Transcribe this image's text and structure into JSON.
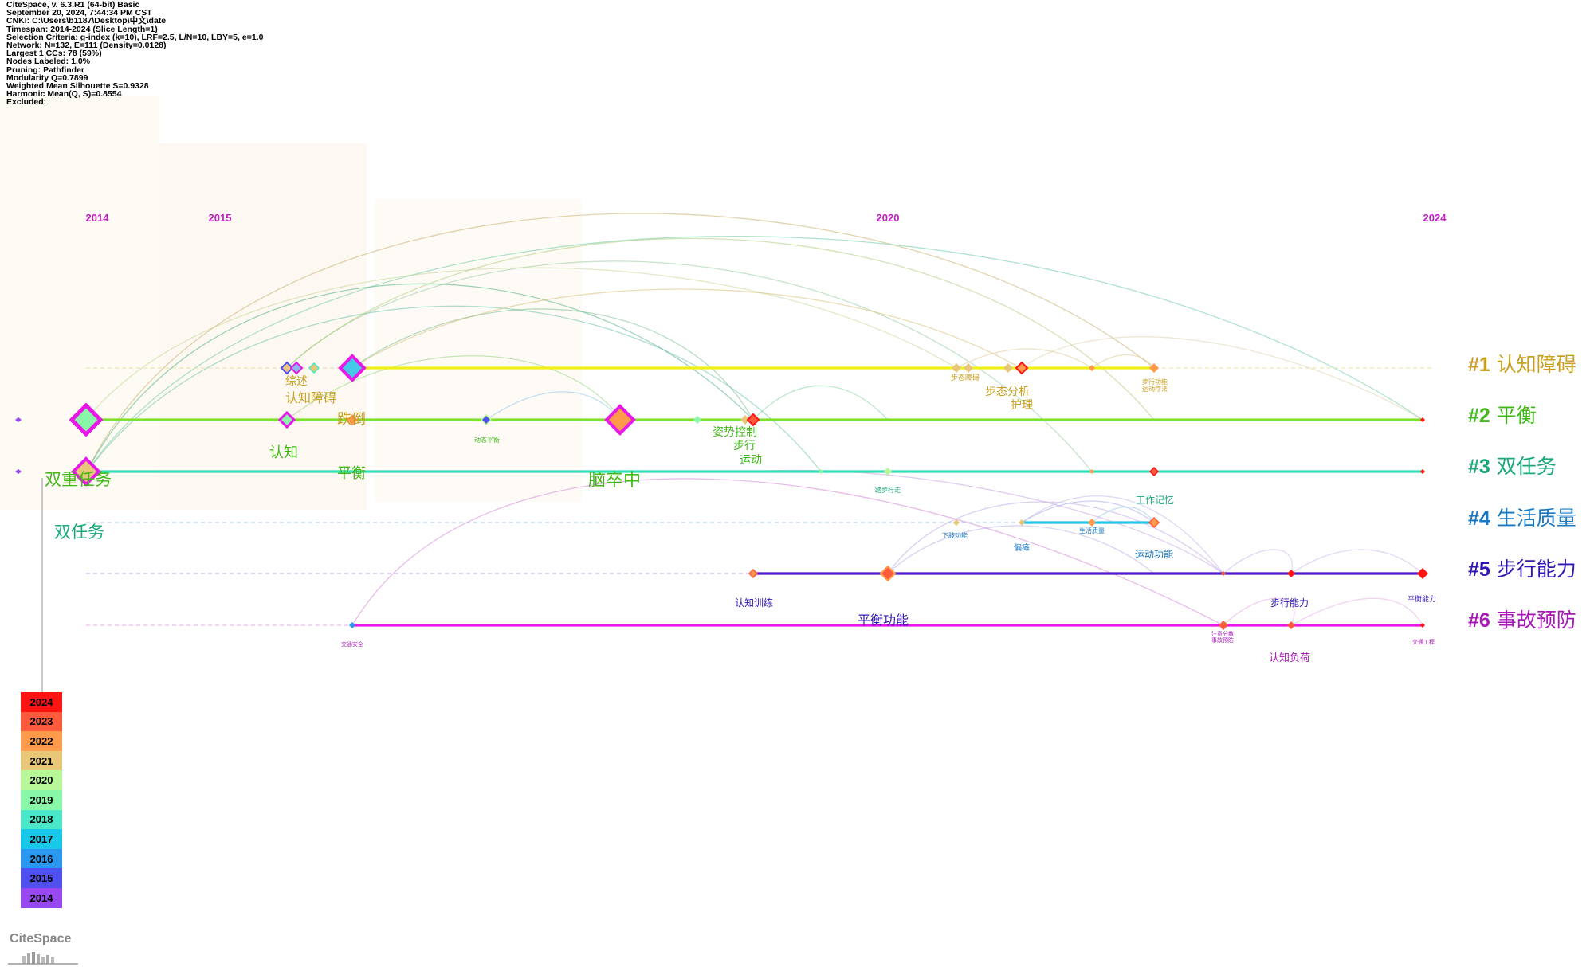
{
  "info_lines": [
    "CiteSpace, v. 6.3.R1 (64-bit) Basic",
    "September 20, 2024, 7:44:34 PM CST",
    "CNKI: C:\\Users\\b1187\\Desktop\\中文\\date",
    "Timespan: 2014-2024 (Slice Length=1)",
    "Selection Criteria: g-index (k=10), LRF=2.5, L/N=10, LBY=5, e=1.0",
    "Network: N=132, E=111 (Density=0.0128)",
    "Largest 1 CCs: 78 (59%)",
    "Nodes Labeled: 1.0%",
    "Pruning: Pathfinder",
    "Modularity Q=0.7899",
    "Weighted Mean Silhouette S=0.9328",
    "Harmonic Mean(Q, S)=0.8554",
    "Excluded:"
  ],
  "years_axis": [
    "2014",
    "2015",
    "2020",
    "2024"
  ],
  "clusters": [
    {
      "num": "#1",
      "name": "认知障碍",
      "color": "#c8a020"
    },
    {
      "num": "#2",
      "name": "平衡",
      "color": "#40b818"
    },
    {
      "num": "#3",
      "name": "双任务",
      "color": "#18a878"
    },
    {
      "num": "#4",
      "name": "生活质量",
      "color": "#1878c0"
    },
    {
      "num": "#5",
      "name": "步行能力",
      "color": "#3018b8"
    },
    {
      "num": "#6",
      "name": "事故预防",
      "color": "#a818b8"
    }
  ],
  "legend_years": [
    {
      "year": "2024",
      "color": "#ff1414"
    },
    {
      "year": "2023",
      "color": "#ff5a3c"
    },
    {
      "year": "2022",
      "color": "#ff9a4a"
    },
    {
      "year": "2021",
      "color": "#e8c878"
    },
    {
      "year": "2020",
      "color": "#b8f898"
    },
    {
      "year": "2019",
      "color": "#88f8a8"
    },
    {
      "year": "2018",
      "color": "#48e8c8"
    },
    {
      "year": "2017",
      "color": "#18c8e8"
    },
    {
      "year": "2016",
      "color": "#2898f0"
    },
    {
      "year": "2015",
      "color": "#5050f0"
    },
    {
      "year": "2014",
      "color": "#9848f0"
    }
  ],
  "keyword_labels": [
    {
      "text": "综述",
      "color": "#c8a020"
    },
    {
      "text": "认知障碍",
      "color": "#c8a020"
    },
    {
      "text": "跌倒",
      "color": "#c8a020"
    },
    {
      "text": "步态分析",
      "color": "#c8a020"
    },
    {
      "text": "护理",
      "color": "#c8a020"
    },
    {
      "text": "步态障碍",
      "color": "#c8a020"
    },
    {
      "text": "步行功能",
      "color": "#c8a020"
    },
    {
      "text": "运动疗法",
      "color": "#c8a020"
    },
    {
      "text": "认知",
      "color": "#40b818"
    },
    {
      "text": "平衡",
      "color": "#40b818"
    },
    {
      "text": "动态平衡",
      "color": "#40b818"
    },
    {
      "text": "姿势控制",
      "color": "#40b818"
    },
    {
      "text": "步行",
      "color": "#40b818"
    },
    {
      "text": "运动",
      "color": "#40b818"
    },
    {
      "text": "双重任务",
      "color": "#40b818"
    },
    {
      "text": "脑卒中",
      "color": "#40b818"
    },
    {
      "text": "双任务",
      "color": "#18a878"
    },
    {
      "text": "踏步行走",
      "color": "#18a878"
    },
    {
      "text": "工作记忆",
      "color": "#18a878"
    },
    {
      "text": "下肢功能",
      "color": "#1878c0"
    },
    {
      "text": "偏瘫",
      "color": "#1878c0"
    },
    {
      "text": "生活质量",
      "color": "#1878c0"
    },
    {
      "text": "运动功能",
      "color": "#1878c0"
    },
    {
      "text": "认知训练",
      "color": "#3018b8"
    },
    {
      "text": "平衡功能",
      "color": "#3018b8"
    },
    {
      "text": "步行能力",
      "color": "#3018b8"
    },
    {
      "text": "平衡能力",
      "color": "#3018b8"
    },
    {
      "text": "交通安全",
      "color": "#a818b8"
    },
    {
      "text": "注意分散",
      "color": "#a818b8"
    },
    {
      "text": "事故预防",
      "color": "#a818b8"
    },
    {
      "text": "认知负荷",
      "color": "#a818b8"
    },
    {
      "text": "交通工程",
      "color": "#a818b8"
    }
  ],
  "logo_text": "CiteSpace"
}
